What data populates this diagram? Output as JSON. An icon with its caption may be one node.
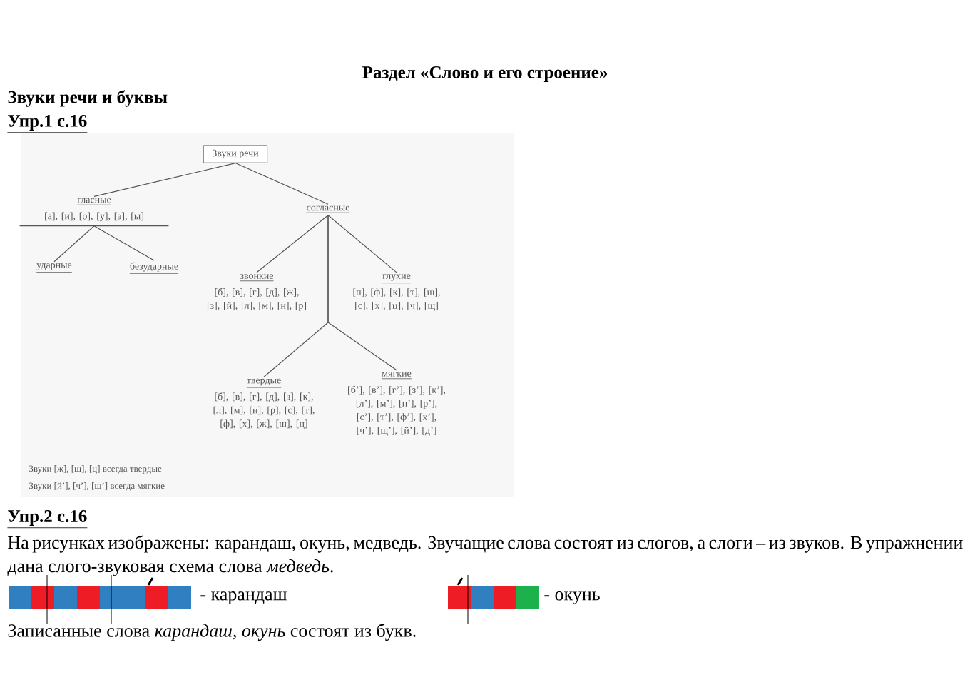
{
  "diagram": {
    "title": "Раздел «Слово и его строение»",
    "nodes": [
      {
        "text": [
          "Звуки речи"
        ]
      },
      {
        "text": [
          "гласные",
          "[а], [и], [о], [у], [э], [ы]"
        ]
      },
      {
        "text": [
          "согласные"
        ]
      },
      {
        "text": [
          "ударные"
        ]
      },
      {
        "text": [
          "безударные"
        ]
      },
      {
        "text": [
          "звонкие",
          "[б], [в], [г], [д], [ж], [з], [й], [л], [м], [н], [р]"
        ]
      },
      {
        "text": [
          "глухие",
          "[п], [ф], [к], [т], [ш], [с], [х], [ц], [ч], [щ]"
        ]
      },
      {
        "text": [
          "твердые",
          "[б], [в], [г], [д], [з], [к], [л], [м], [н], [р], [с], [т], [ф], [х], [ж], [ш], [ц]"
        ]
      },
      {
        "text": [
          "мягкие",
          "[б’], [в’], [г’], [з’], [к’], [л’], [м’], [п’], [р’], [с’], [т’], [ф’], [х’], [ч’], [щ’], [й’], [д’]"
        ]
      }
    ],
    "edges": [
      {
        "from": 0,
        "to": 1,
        "arrow": "none"
      },
      {
        "from": 0,
        "to": 2,
        "arrow": "none"
      },
      {
        "from": 1,
        "to": 3,
        "arrow": "none"
      },
      {
        "from": 1,
        "to": 4,
        "arrow": "none"
      },
      {
        "from": 2,
        "to": 5,
        "arrow": "none"
      },
      {
        "from": 2,
        "to": 6,
        "arrow": "none"
      },
      {
        "from": 2,
        "to": 7,
        "arrow": "none"
      },
      {
        "from": 2,
        "to": 8,
        "arrow": "none"
      }
    ],
    "labels": [
      "Звуки речи и буквы",
      "Упр.1 с.16",
      "Звуки [ж], [ш], [ц] всегда твердые",
      "Звуки [й’], [ч’], [щ’] всегда мягкие",
      "Упр.2 с.16",
      "На рисунках изображены: карандаш, окунь, медведь. Звучащие слова состоят из слогов, а слоги – из звуков. В упражнении дана слого-звуковая схема слова *медведь*.",
      "- карандаш",
      "- окунь",
      "Записанные слова *карандаш, окунь* состоят из букв."
    ]
  }
}
